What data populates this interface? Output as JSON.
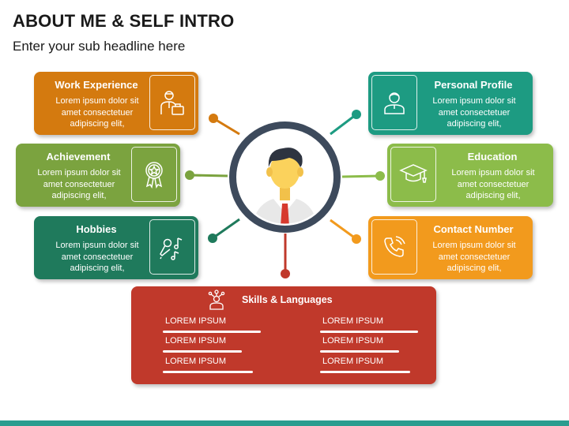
{
  "header": {
    "title": "ABOUT ME & SELF INTRO",
    "subtitle": "Enter your sub headline here"
  },
  "cards": {
    "work": {
      "title": "Work Experience",
      "body": [
        "Lorem ipsum dolor sit",
        "amet consectetuer",
        "adipiscing elit,"
      ],
      "color": "#d47a0f",
      "icon": "worker-briefcase-icon"
    },
    "achievement": {
      "title": "Achievement",
      "body": [
        "Lorem ipsum dolor sit",
        "amet consectetuer",
        "adipiscing elit,"
      ],
      "color": "#7ba33f",
      "icon": "award-medal-icon"
    },
    "hobbies": {
      "title": "Hobbies",
      "body": [
        "Lorem ipsum dolor sit",
        "amet consectetuer",
        "adipiscing elit,"
      ],
      "color": "#1f7a5c",
      "icon": "microphone-music-icon"
    },
    "profile": {
      "title": "Personal Profile",
      "body": [
        "Lorem ipsum dolor sit",
        "amet consectetuer",
        "adipiscing elit,"
      ],
      "color": "#1d9b82",
      "icon": "user-profile-icon"
    },
    "education": {
      "title": "Education",
      "body": [
        "Lorem ipsum dolor sit",
        "amet consectetuer",
        "adipiscing elit,"
      ],
      "color": "#8cbc4a",
      "icon": "graduation-cap-icon"
    },
    "contact": {
      "title": "Contact Number",
      "body": [
        "Lorem ipsum dolor sit",
        "amet consectetuer",
        "adipiscing elit,"
      ],
      "color": "#f29a1d",
      "icon": "phone-icon"
    }
  },
  "skills": {
    "title": "Skills & Languages",
    "color": "#c0392b",
    "icon": "person-network-icon",
    "left": [
      "LOREM IPSUM",
      "LOREM IPSUM",
      "LOREM IPSUM"
    ],
    "right": [
      "LOREM IPSUM",
      "LOREM IPSUM",
      "LOREM IPSUM"
    ]
  },
  "center": {
    "icon": "businessman-avatar-icon",
    "ring_color": "#3d4a5c"
  },
  "footer": {
    "color": "#2a9d8f"
  }
}
